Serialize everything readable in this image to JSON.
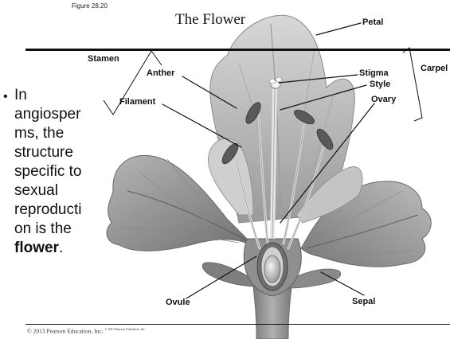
{
  "slide": {
    "figure_label": "Figure 28.20",
    "title": "The Flower",
    "bullet": {
      "text_lines": [
        "In",
        "angiosper",
        "ms, the",
        "structure",
        "specific to",
        "sexual",
        "reproducti",
        "on is the"
      ],
      "bold_word": "flower",
      "trailing": "."
    },
    "copyright_main": "© 2013 Pearson Education, Inc.",
    "copyright_small": "© 2013 Pearson Education, Inc."
  },
  "labels": {
    "petal": "Petal",
    "stamen": "Stamen",
    "anther": "Anther",
    "stigma": "Stigma",
    "style": "Style",
    "carpel": "Carpel",
    "filament": "Filament",
    "ovary": "Ovary",
    "ovule": "Ovule",
    "sepal": "Sepal"
  },
  "colors": {
    "petal_light": "#dcdcdc",
    "petal_mid": "#a8a8a8",
    "petal_dark": "#6e6e6e",
    "organ_dark": "#5a5a5a",
    "stem": "#8e8e8e"
  }
}
